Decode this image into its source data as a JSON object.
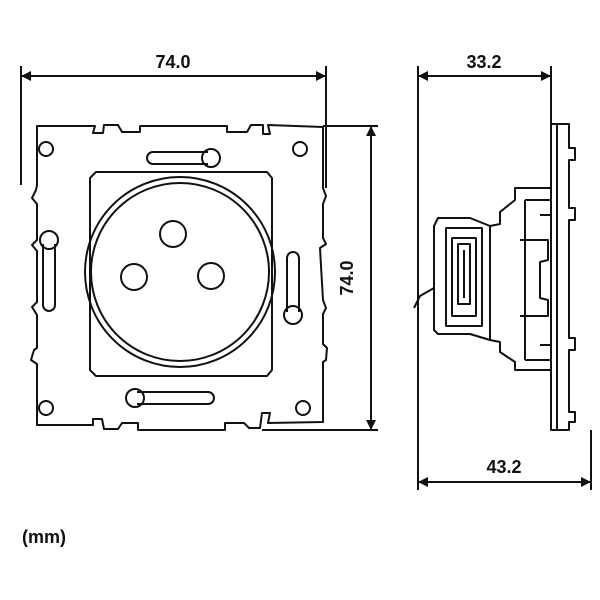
{
  "dimensions": {
    "front_width": "74.0",
    "front_height": "74.0",
    "side_top_depth": "33.2",
    "side_bottom_depth": "43.2"
  },
  "unit_label": "(mm)",
  "colors": {
    "line": "#111111",
    "background": "#ffffff"
  }
}
